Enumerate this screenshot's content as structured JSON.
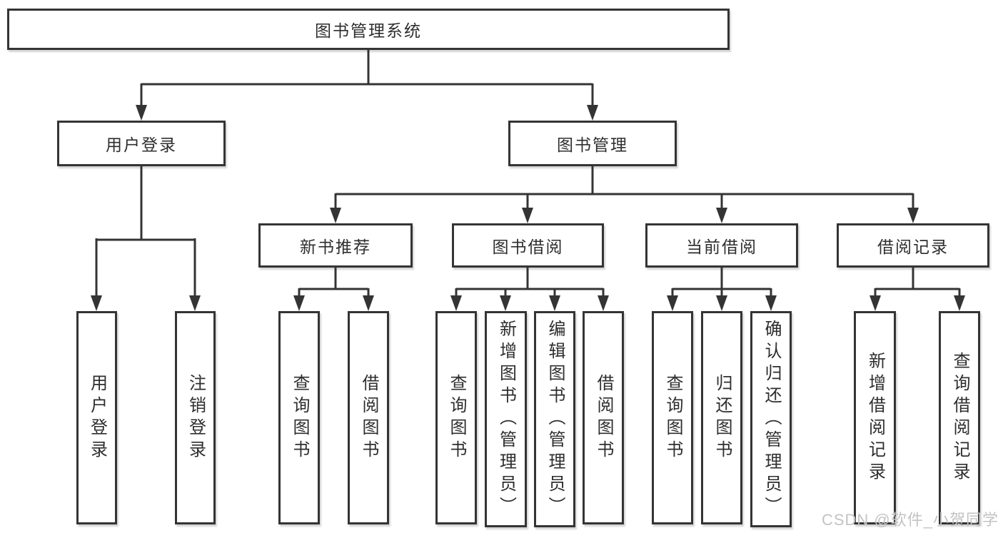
{
  "nodes": {
    "root": "图书管理系统",
    "user_login": "用户登录",
    "book_mgmt": "图书管理",
    "new_book_rec": "新书推荐",
    "book_borrow": "图书借阅",
    "current_borrow": "当前借阅",
    "borrow_record": "借阅记录",
    "ul_user_login": "用户登录",
    "ul_logout": "注销登录",
    "nbr_query_book": "查询图书",
    "nbr_borrow_book": "借阅图书",
    "bb_query_book": "查询图书",
    "bb_add_book": "新增图书（管理员）",
    "bb_edit_book": "编辑图书（管理员）",
    "bb_borrow_book": "借阅图书",
    "cb_query_book": "查询图书",
    "cb_return_book": "归还图书",
    "cb_confirm_return": "确认归还（管理员）",
    "br_add_record": "新增借阅记录",
    "br_query_record": "查询借阅记录"
  },
  "hierarchy": {
    "图书管理系统": {
      "用户登录": [
        "用户登录",
        "注销登录"
      ],
      "图书管理": {
        "新书推荐": [
          "查询图书",
          "借阅图书"
        ],
        "图书借阅": [
          "查询图书",
          "新增图书（管理员）",
          "编辑图书（管理员）",
          "借阅图书"
        ],
        "当前借阅": [
          "查询图书",
          "归还图书",
          "确认归还（管理员）"
        ],
        "借阅记录": [
          "新增借阅记录",
          "查询借阅记录"
        ]
      }
    }
  },
  "watermark": "CSDN @软件_小贺同学",
  "colors": {
    "line": "#343434",
    "text": "#2e2e2e",
    "watermark": "#c3c3c3",
    "background": "#ffffff"
  }
}
